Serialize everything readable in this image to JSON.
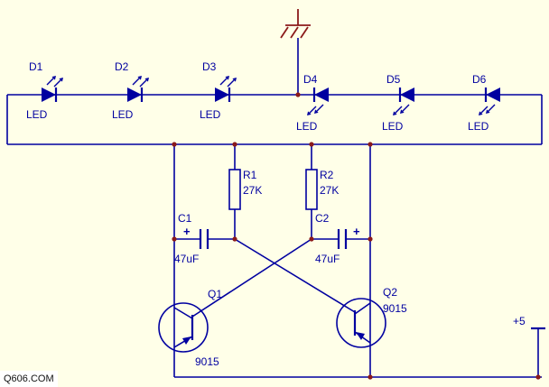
{
  "meta": {
    "type": "circuit-schematic",
    "description": "Astable multivibrator LED flasher schematic",
    "background_color": "#FFFFE8",
    "wire_color": "#0000A0",
    "junction_color": "#8B1A1A"
  },
  "components": {
    "leds": [
      {
        "ref": "D1",
        "label": "LED"
      },
      {
        "ref": "D2",
        "label": "LED"
      },
      {
        "ref": "D3",
        "label": "LED"
      },
      {
        "ref": "D4",
        "label": "LED"
      },
      {
        "ref": "D5",
        "label": "LED"
      },
      {
        "ref": "D6",
        "label": "LED"
      }
    ],
    "resistors": [
      {
        "ref": "R1",
        "value": "27K"
      },
      {
        "ref": "R2",
        "value": "27K"
      }
    ],
    "capacitors": [
      {
        "ref": "C1",
        "value": "47uF",
        "polarity_mark": "+"
      },
      {
        "ref": "C2",
        "value": "47uF",
        "polarity_mark": "+"
      }
    ],
    "transistors": [
      {
        "ref": "Q1",
        "value": "9015"
      },
      {
        "ref": "Q2",
        "value": "9015"
      }
    ],
    "power_port": {
      "label": "+5"
    },
    "ground": {
      "symbol": "earth-ground"
    }
  },
  "watermark": {
    "text": "Q606.COM"
  }
}
